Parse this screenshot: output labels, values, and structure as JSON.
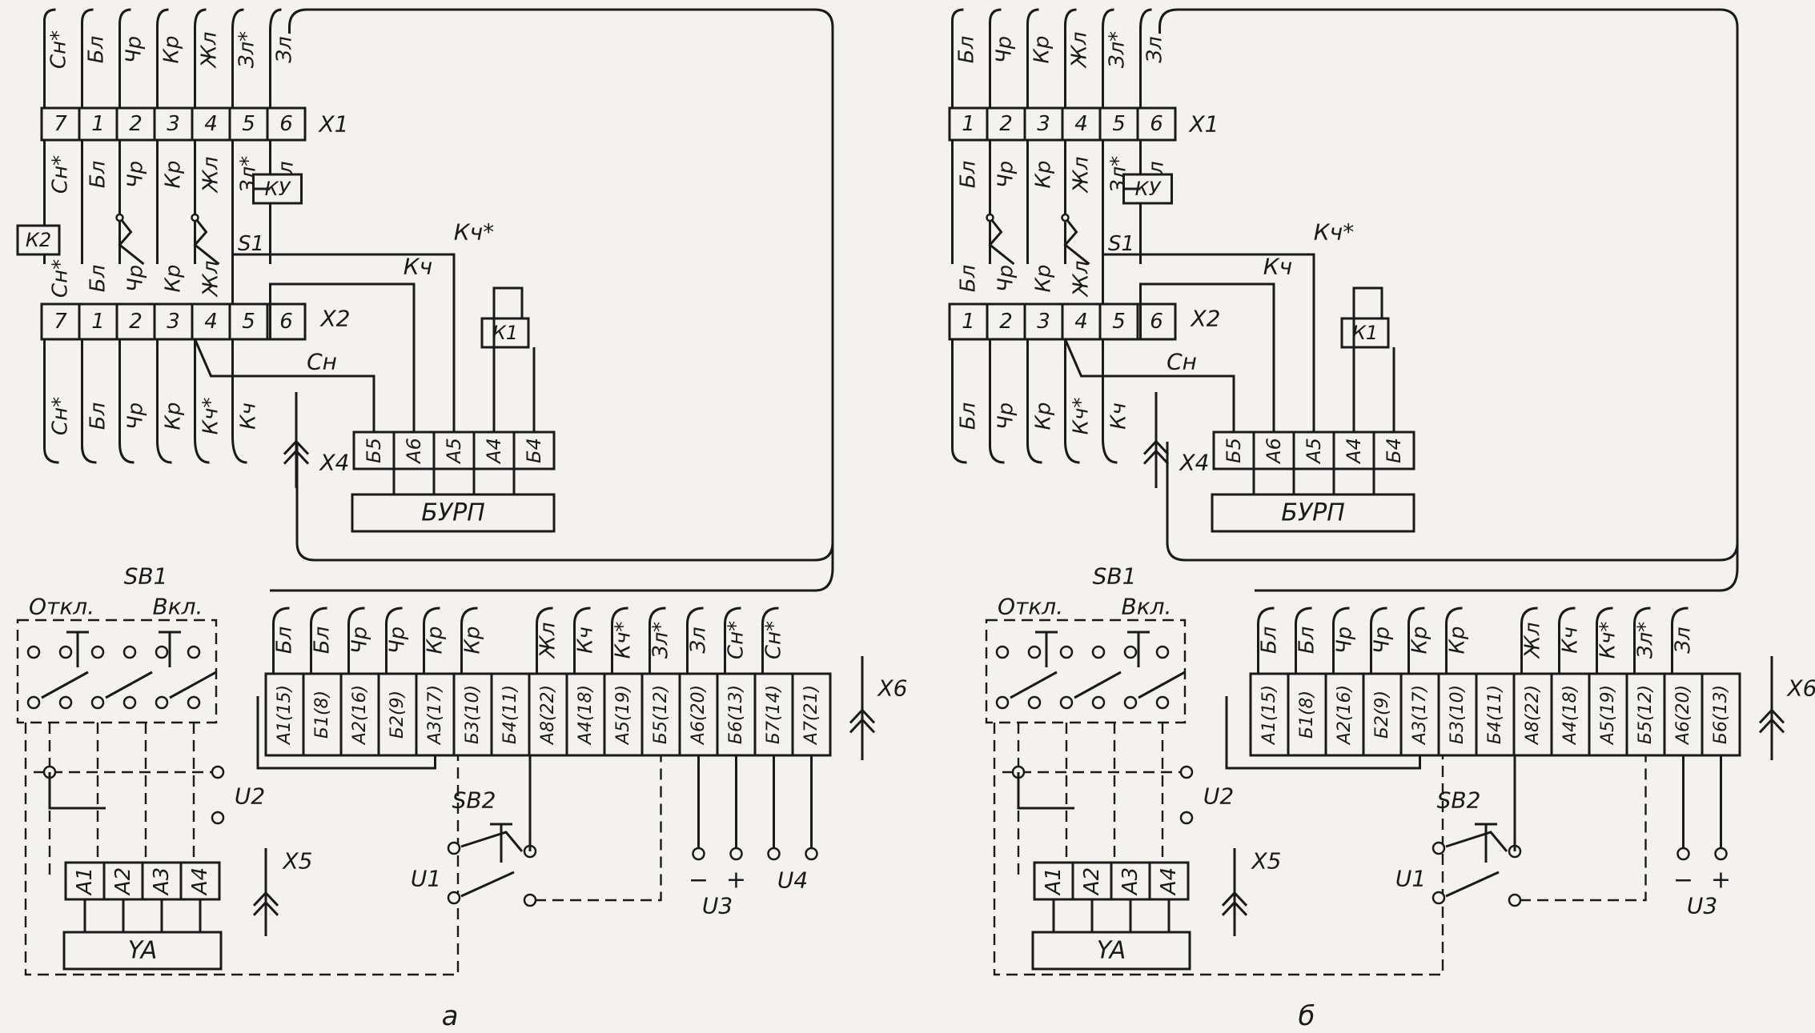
{
  "panels": [
    {
      "caption": "а",
      "x1": {
        "label": "X1",
        "cells": [
          "7",
          "1",
          "2",
          "3",
          "4",
          "5",
          "6"
        ],
        "top_wires": [
          "Сн*",
          "Бл",
          "Чр",
          "Кр",
          "Жл",
          "Зл*",
          "Зл"
        ],
        "bottom_wires": [
          "Сн*",
          "Бл",
          "Чр",
          "Кр",
          "Жл",
          "Зл*",
          "Зл"
        ]
      },
      "ku": "КУ",
      "k2": "К2",
      "s1": "S1",
      "x2": {
        "label": "X2",
        "cells": [
          "7",
          "1",
          "2",
          "3",
          "4",
          "5",
          "6"
        ],
        "top_wires": [
          "Сн*",
          "Бл",
          "Чр",
          "Кр",
          "Жл"
        ],
        "bottom_wires": [
          "Сн*",
          "Бл",
          "Чр",
          "Кр",
          "Кч*",
          "Кч"
        ]
      },
      "k1": "К1",
      "mid_wires": [
        "Кч*",
        "Кч",
        "Сн"
      ],
      "x4": {
        "label": "X4",
        "cells": [
          "Б5",
          "А6",
          "А5",
          "А4",
          "Б4"
        ]
      },
      "burp": "БУРП",
      "sb1": {
        "label": "SB1",
        "off": "Откл.",
        "on": "Вкл."
      },
      "x6": {
        "label": "X6",
        "cells": [
          "А1(15)",
          "Б1(8)",
          "А2(16)",
          "Б2(9)",
          "А3(17)",
          "Б3(10)",
          "Б4(11)",
          "А8(22)",
          "А4(18)",
          "А5(19)",
          "Б5(12)",
          "А6(20)",
          "Б6(13)",
          "Б7(14)",
          "А7(21)"
        ],
        "wires": [
          "Бл",
          "Бл",
          "Чр",
          "Чр",
          "Кр",
          "Кр",
          "",
          "Жл",
          "Кч",
          "Кч*",
          "Зл*",
          "Зл",
          "Сн*",
          "Сн*"
        ]
      },
      "u2": "U2",
      "x5": "X5",
      "ya": {
        "label": "YA",
        "cells": [
          "А1",
          "А2",
          "А3",
          "А4"
        ]
      },
      "sb2": "SB2",
      "u1": "U1",
      "u3": "U3",
      "u4": "U4",
      "minus": "−",
      "plus": "+"
    },
    {
      "caption": "б",
      "x1": {
        "label": "X1",
        "cells": [
          "1",
          "2",
          "3",
          "4",
          "5",
          "6"
        ],
        "top_wires": [
          "Бл",
          "Чр",
          "Кр",
          "Жл",
          "Зл*",
          "Зл"
        ],
        "bottom_wires": [
          "Бл",
          "Чр",
          "Кр",
          "Жл",
          "Зл*",
          "Зл"
        ]
      },
      "ku": "КУ",
      "s1": "S1",
      "x2": {
        "label": "X2",
        "cells": [
          "1",
          "2",
          "3",
          "4",
          "5",
          "6"
        ],
        "top_wires": [
          "Бл",
          "Чр",
          "Кр",
          "Жл"
        ],
        "bottom_wires": [
          "Бл",
          "Чр",
          "Кр",
          "Кч*",
          "Кч"
        ]
      },
      "k1": "К1",
      "mid_wires": [
        "Кч*",
        "Кч",
        "Сн"
      ],
      "x4": {
        "label": "X4",
        "cells": [
          "Б5",
          "А6",
          "А5",
          "А4",
          "Б4"
        ]
      },
      "burp": "БУРП",
      "sb1": {
        "label": "SB1",
        "off": "Откл.",
        "on": "Вкл."
      },
      "x6": {
        "label": "X6",
        "cells": [
          "А1(15)",
          "Б1(8)",
          "А2(16)",
          "Б2(9)",
          "А3(17)",
          "Б3(10)",
          "Б4(11)",
          "А8(22)",
          "А4(18)",
          "А5(19)",
          "Б5(12)",
          "А6(20)",
          "Б6(13)"
        ],
        "wires": [
          "Бл",
          "Бл",
          "Чр",
          "Чр",
          "Кр",
          "Кр",
          "",
          "Жл",
          "Кч",
          "Кч*",
          "Зл*",
          "Зл"
        ]
      },
      "u2": "U2",
      "x5": "X5",
      "ya": {
        "label": "YA",
        "cells": [
          "А1",
          "А2",
          "А3",
          "А4"
        ]
      },
      "sb2": "SB2",
      "u1": "U1",
      "u3": "U3",
      "minus": "−",
      "plus": "+"
    }
  ]
}
